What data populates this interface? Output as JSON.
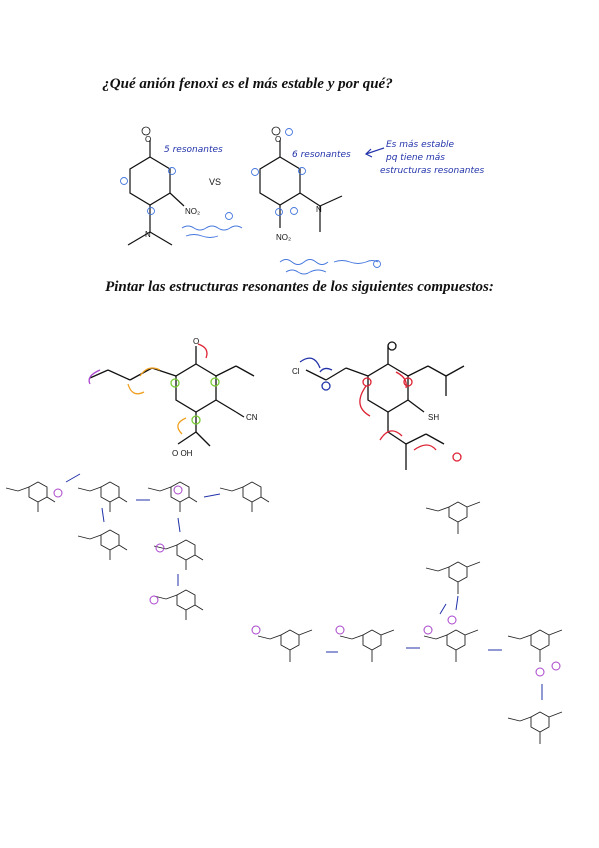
{
  "question_1": "¿Qué anión fenoxi es el más estable y por qué?",
  "question_2": "Pintar las estructuras resonantes de los siguientes compuestos:",
  "top_molecules": {
    "left_label": "NO₂",
    "vs": "VS",
    "right_label": "NO₂",
    "left_count": "5 resonantes",
    "right_count": "6 resonantes",
    "explanation": [
      "Es más estable",
      "pq tiene más",
      "estructuras resonantes"
    ]
  },
  "left_compound": {
    "cn": "CN",
    "acid": "O      OH"
  },
  "right_compound": {
    "cl": "Cl",
    "sh": "SH"
  },
  "colors": {
    "ink": "#111111",
    "annotation": "#2233aa",
    "orange": "#f0a020",
    "green": "#77cc33",
    "red": "#dd2233",
    "purple": "#aa44cc"
  }
}
